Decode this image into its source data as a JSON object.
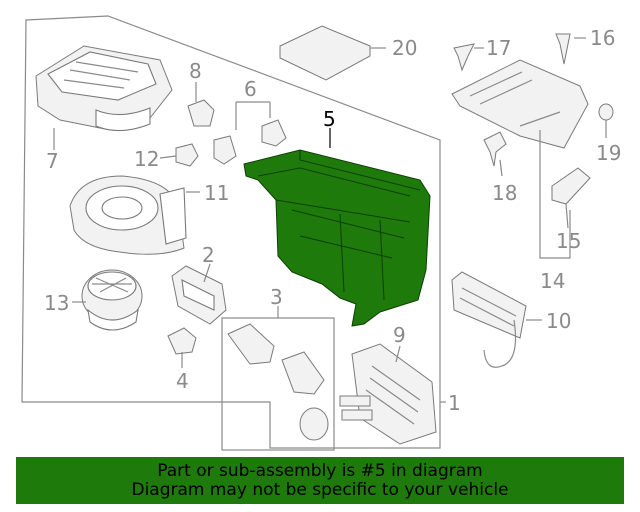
{
  "diagram": {
    "highlight_color": "#1e7a0a",
    "highlighted_callout": "5",
    "callouts": {
      "c1": "1",
      "c2": "2",
      "c3": "3",
      "c4": "4",
      "c5": "5",
      "c6": "6",
      "c7": "7",
      "c8": "8",
      "c9": "9",
      "c10": "10",
      "c11": "11",
      "c12": "12",
      "c13": "13",
      "c14": "14",
      "c15": "15",
      "c16": "16",
      "c17": "17",
      "c18": "18",
      "c19": "19",
      "c20": "20"
    }
  },
  "footer": {
    "line1": "Part or sub-assembly is #5 in diagram",
    "line2": "Diagram may not be specific to your vehicle",
    "background": "#1e7a0a"
  }
}
